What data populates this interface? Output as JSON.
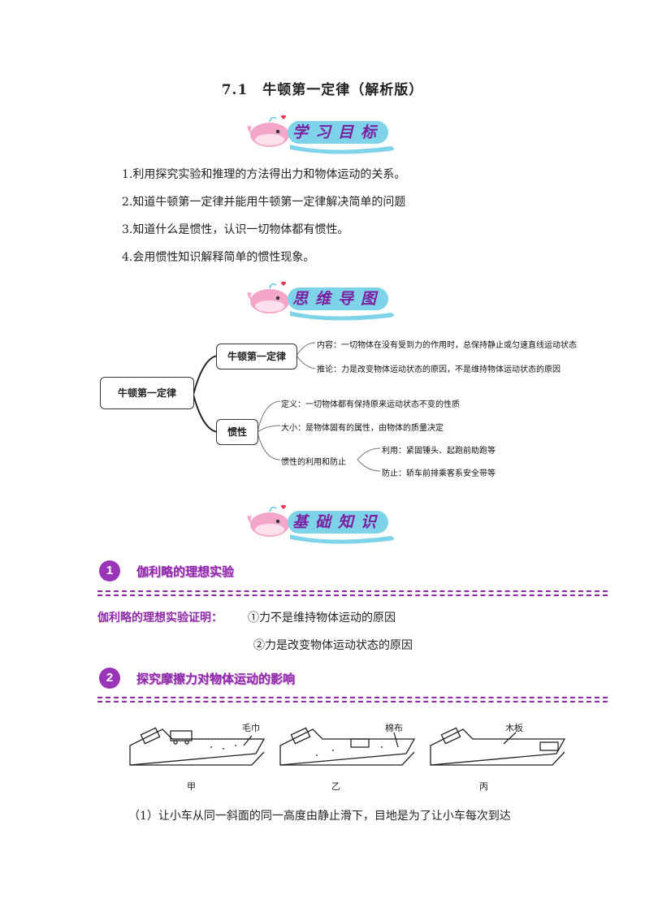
{
  "doc": {
    "title": "7.1　牛顿第一定律（解析版）"
  },
  "banners": {
    "goals": "学习目标",
    "mindmap": "思维导图",
    "basics": "基础知识"
  },
  "goals": [
    "1.利用探究实验和推理的方法得出力和物体运动的关系。",
    "2.知道牛顿第一定律并能用牛顿第一定律解决简单的问题",
    "3.知道什么是惯性，认识一切物体都有惯性。",
    "4.会用惯性知识解释简单的惯性现象。"
  ],
  "mindmap": {
    "root": "牛顿第一定律",
    "branch1": "牛顿第一定律",
    "branch1_items": [
      "内容：一切物体在没有受到力的作用时，总保持静止或匀速直线运动状态",
      "推论：力是改变物体运动状态的原因，不是维持物体运动状态的原因"
    ],
    "branch2": "惯性",
    "branch2_items": [
      "定义：一切物体都有保持原来运动状态不变的性质",
      "大小：是物体固有的属性，由物体的质量决定",
      "惯性的利用和防止"
    ],
    "sub_items": [
      "利用：紧固锤头、起跑前助跑等",
      "防止：轿车前排乘客系安全带等"
    ]
  },
  "sections": [
    {
      "num": "1",
      "title": "伽利略的理想实验"
    },
    {
      "num": "2",
      "title": "探究摩擦力对物体运动的影响"
    }
  ],
  "proof": {
    "label": "伽利略的理想实验证明：",
    "line1": "①力不是维持物体运动的原因",
    "line2": "②力是改变物体运动状态的原因"
  },
  "figures": {
    "surfaces": [
      "毛巾",
      "棉布",
      "木板"
    ],
    "captions": [
      "甲",
      "乙",
      "丙"
    ]
  },
  "question": "（1）让小车从同一斜面的同一高度由静止滑下，目地是为了让小车每次到达"
}
